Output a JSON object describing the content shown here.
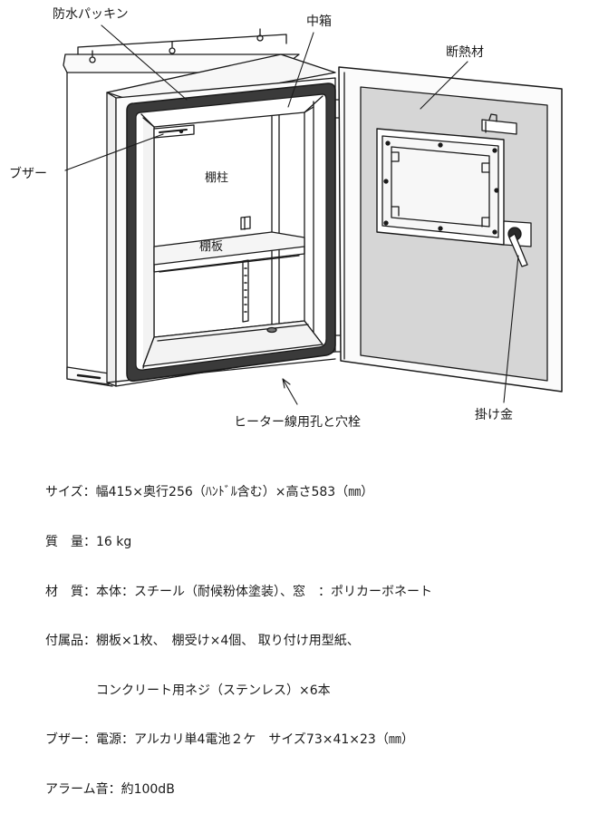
{
  "labels": {
    "gasket": "防水パッキン",
    "inner_box": "中箱",
    "insulation": "断熱材",
    "buzzer": "ブザー",
    "shelf_post": "棚柱",
    "shelf": "棚板",
    "latch": "掛け金",
    "heater_hole": "ヒーター線用孔と穴栓"
  },
  "specs": [
    "サイズ：幅415×奥行256（ﾊﾝﾄﾞﾙ含む）×高さ583（㎜）",
    "質　量：16 kg",
    "材　質：本体：スチール（耐候粉体塗装）、窓　：ポリカーボネート",
    "付属品：棚板×1枚、　棚受け×4個、 取り付け用型紙、",
    "　　　　コンクリート用ネジ（ステンレス）×6本",
    "ブザー：電源：アルカリ単4電池２ケ　サイズ73×41×23（㎜）",
    "アラーム音：約100dB"
  ],
  "colors": {
    "line": "#1a1a1a",
    "insulation_fill": "#d6d6d6",
    "gasket_fill": "#3a3a3a",
    "body_fill": "#f4f4f4"
  }
}
